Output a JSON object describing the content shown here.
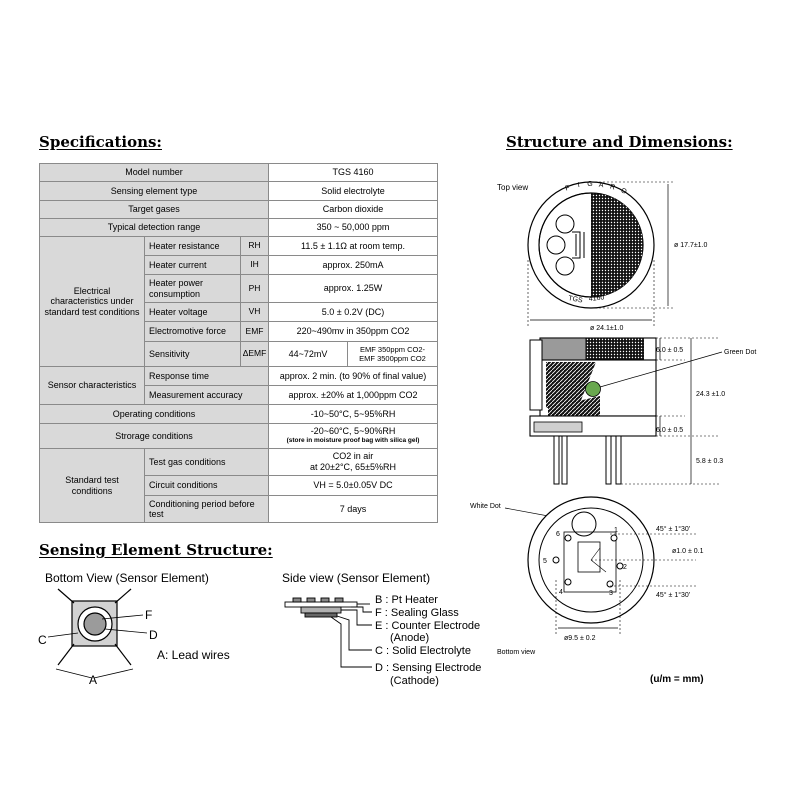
{
  "headings": {
    "specifications": "Specifications:",
    "structure": "Structure and Dimensions:",
    "sensing": "Sensing Element Structure:"
  },
  "spec": {
    "model_label": "Model number",
    "model_value": "TGS 4160",
    "element_label": "Sensing element type",
    "element_value": "Solid electrolyte",
    "gases_label": "Target gases",
    "gases_value": "Carbon dioxide",
    "range_label": "Typical detection range",
    "range_value": "350 ~ 50,000 ppm",
    "electrical_group": "Electrical characteristics under standard test conditions",
    "heater_resistance": {
      "label": "Heater resistance",
      "symbol": "RH",
      "value": "11.5 ± 1.1Ω at room temp."
    },
    "heater_current": {
      "label": "Heater current",
      "symbol": "IH",
      "value": "approx. 250mA"
    },
    "heater_power": {
      "label": "Heater power consumption",
      "symbol": "PH",
      "value": "approx. 1.25W"
    },
    "heater_voltage": {
      "label": "Heater voltage",
      "symbol": "VH",
      "value": "5.0 ± 0.2V (DC)"
    },
    "emf": {
      "label": "Electromotive force",
      "symbol": "EMF",
      "value": "220~490mv in 350ppm CO2"
    },
    "sensitivity": {
      "label": "Sensitivity",
      "symbol": "ΔEMF",
      "value": "44~72mV",
      "cond1": "EMF 350ppm CO2-",
      "cond2": "EMF 3500ppm CO2"
    },
    "sensor_group": "Sensor characteristics",
    "response": {
      "label": "Response time",
      "value": "approx. 2 min. (to 90% of final value)"
    },
    "accuracy": {
      "label": "Measurement accuracy",
      "value": "approx. ±20% at 1,000ppm CO2"
    },
    "operating": {
      "label": "Operating conditions",
      "value": "-10~50°C, 5~95%RH"
    },
    "storage": {
      "label": "Strorage conditions",
      "value": "-20~60°C, 5~90%RH",
      "note": "(store in moisture proof bag with silica gel)"
    },
    "test_group": "Standard test conditions",
    "test_gas": {
      "label": "Test gas conditions",
      "value1": "CO2 in air",
      "value2": "at 20±2°C, 65±5%RH"
    },
    "circuit": {
      "label": "Circuit conditions",
      "value": "VH = 5.0±0.05V DC"
    },
    "conditioning": {
      "label": "Conditioning period before test",
      "value": "7 days"
    }
  },
  "sensing": {
    "bottom_view_title": "Bottom View (Sensor Element)",
    "side_view_title": "Side view (Sensor Element)",
    "lead_wires": "A: Lead wires",
    "letters": {
      "a": "A",
      "c": "C",
      "d": "D",
      "f": "F"
    },
    "legend": {
      "b": "B : Pt Heater",
      "f": "F : Sealing Glass",
      "e1": "E : Counter Electrode",
      "e2": "(Anode)",
      "c": "C : Solid Electrolyte",
      "d1": "D : Sensing Electrode",
      "d2": "(Cathode)"
    }
  },
  "structure": {
    "top_view": "Top view",
    "bottom_view": "Bottom view",
    "brand_letters": [
      "F",
      "I",
      "G",
      "A",
      "R",
      "O"
    ],
    "model_mark_1": "TGS",
    "model_mark_2": "4160",
    "green_dot": "Green Dot",
    "white_dot": "White Dot",
    "dim_top_height": "ø 17.7±1.0",
    "dim_body_dia": "ø 24.1±1.0",
    "dim_cap": "6.0 ± 0.5",
    "dim_total": "24.3 ±1.0",
    "dim_base": "6.0 ± 0.5",
    "dim_pin": "5.8 ± 0.3",
    "dim_angle_1": "45° ± 1°30'",
    "dim_pin_dia": "ø1.0 ± 0.1",
    "dim_angle_2": "45° ± 1°30'",
    "dim_pcd": "ø9.5 ± 0.2",
    "pins": [
      "1",
      "2",
      "3",
      "4",
      "5",
      "6"
    ],
    "units": "(u/m = mm)",
    "colors": {
      "green_dot": "#69a84f",
      "gray_band": "#9a9a9a",
      "table_gray": "#d9d9d9"
    }
  }
}
